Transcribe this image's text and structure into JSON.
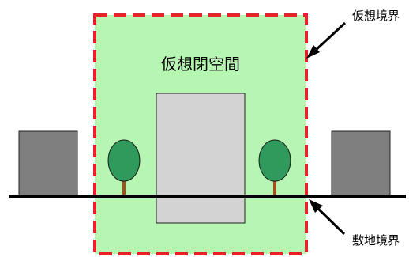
{
  "labels": {
    "virtual_closed_space": "仮想閉空間",
    "virtual_boundary": "仮想境界",
    "site_boundary": "敷地境界"
  },
  "colors": {
    "space_fill": "#b7f5b2",
    "boundary_dash": "#e8202a",
    "building": "#d3d3d3",
    "neighbor_building": "#7f7f7f",
    "tree_crown": "#2f9a5c",
    "tree_trunk": "#a0521e",
    "ground": "#000000"
  },
  "icons": [
    "arrow-icon",
    "tree-icon"
  ]
}
